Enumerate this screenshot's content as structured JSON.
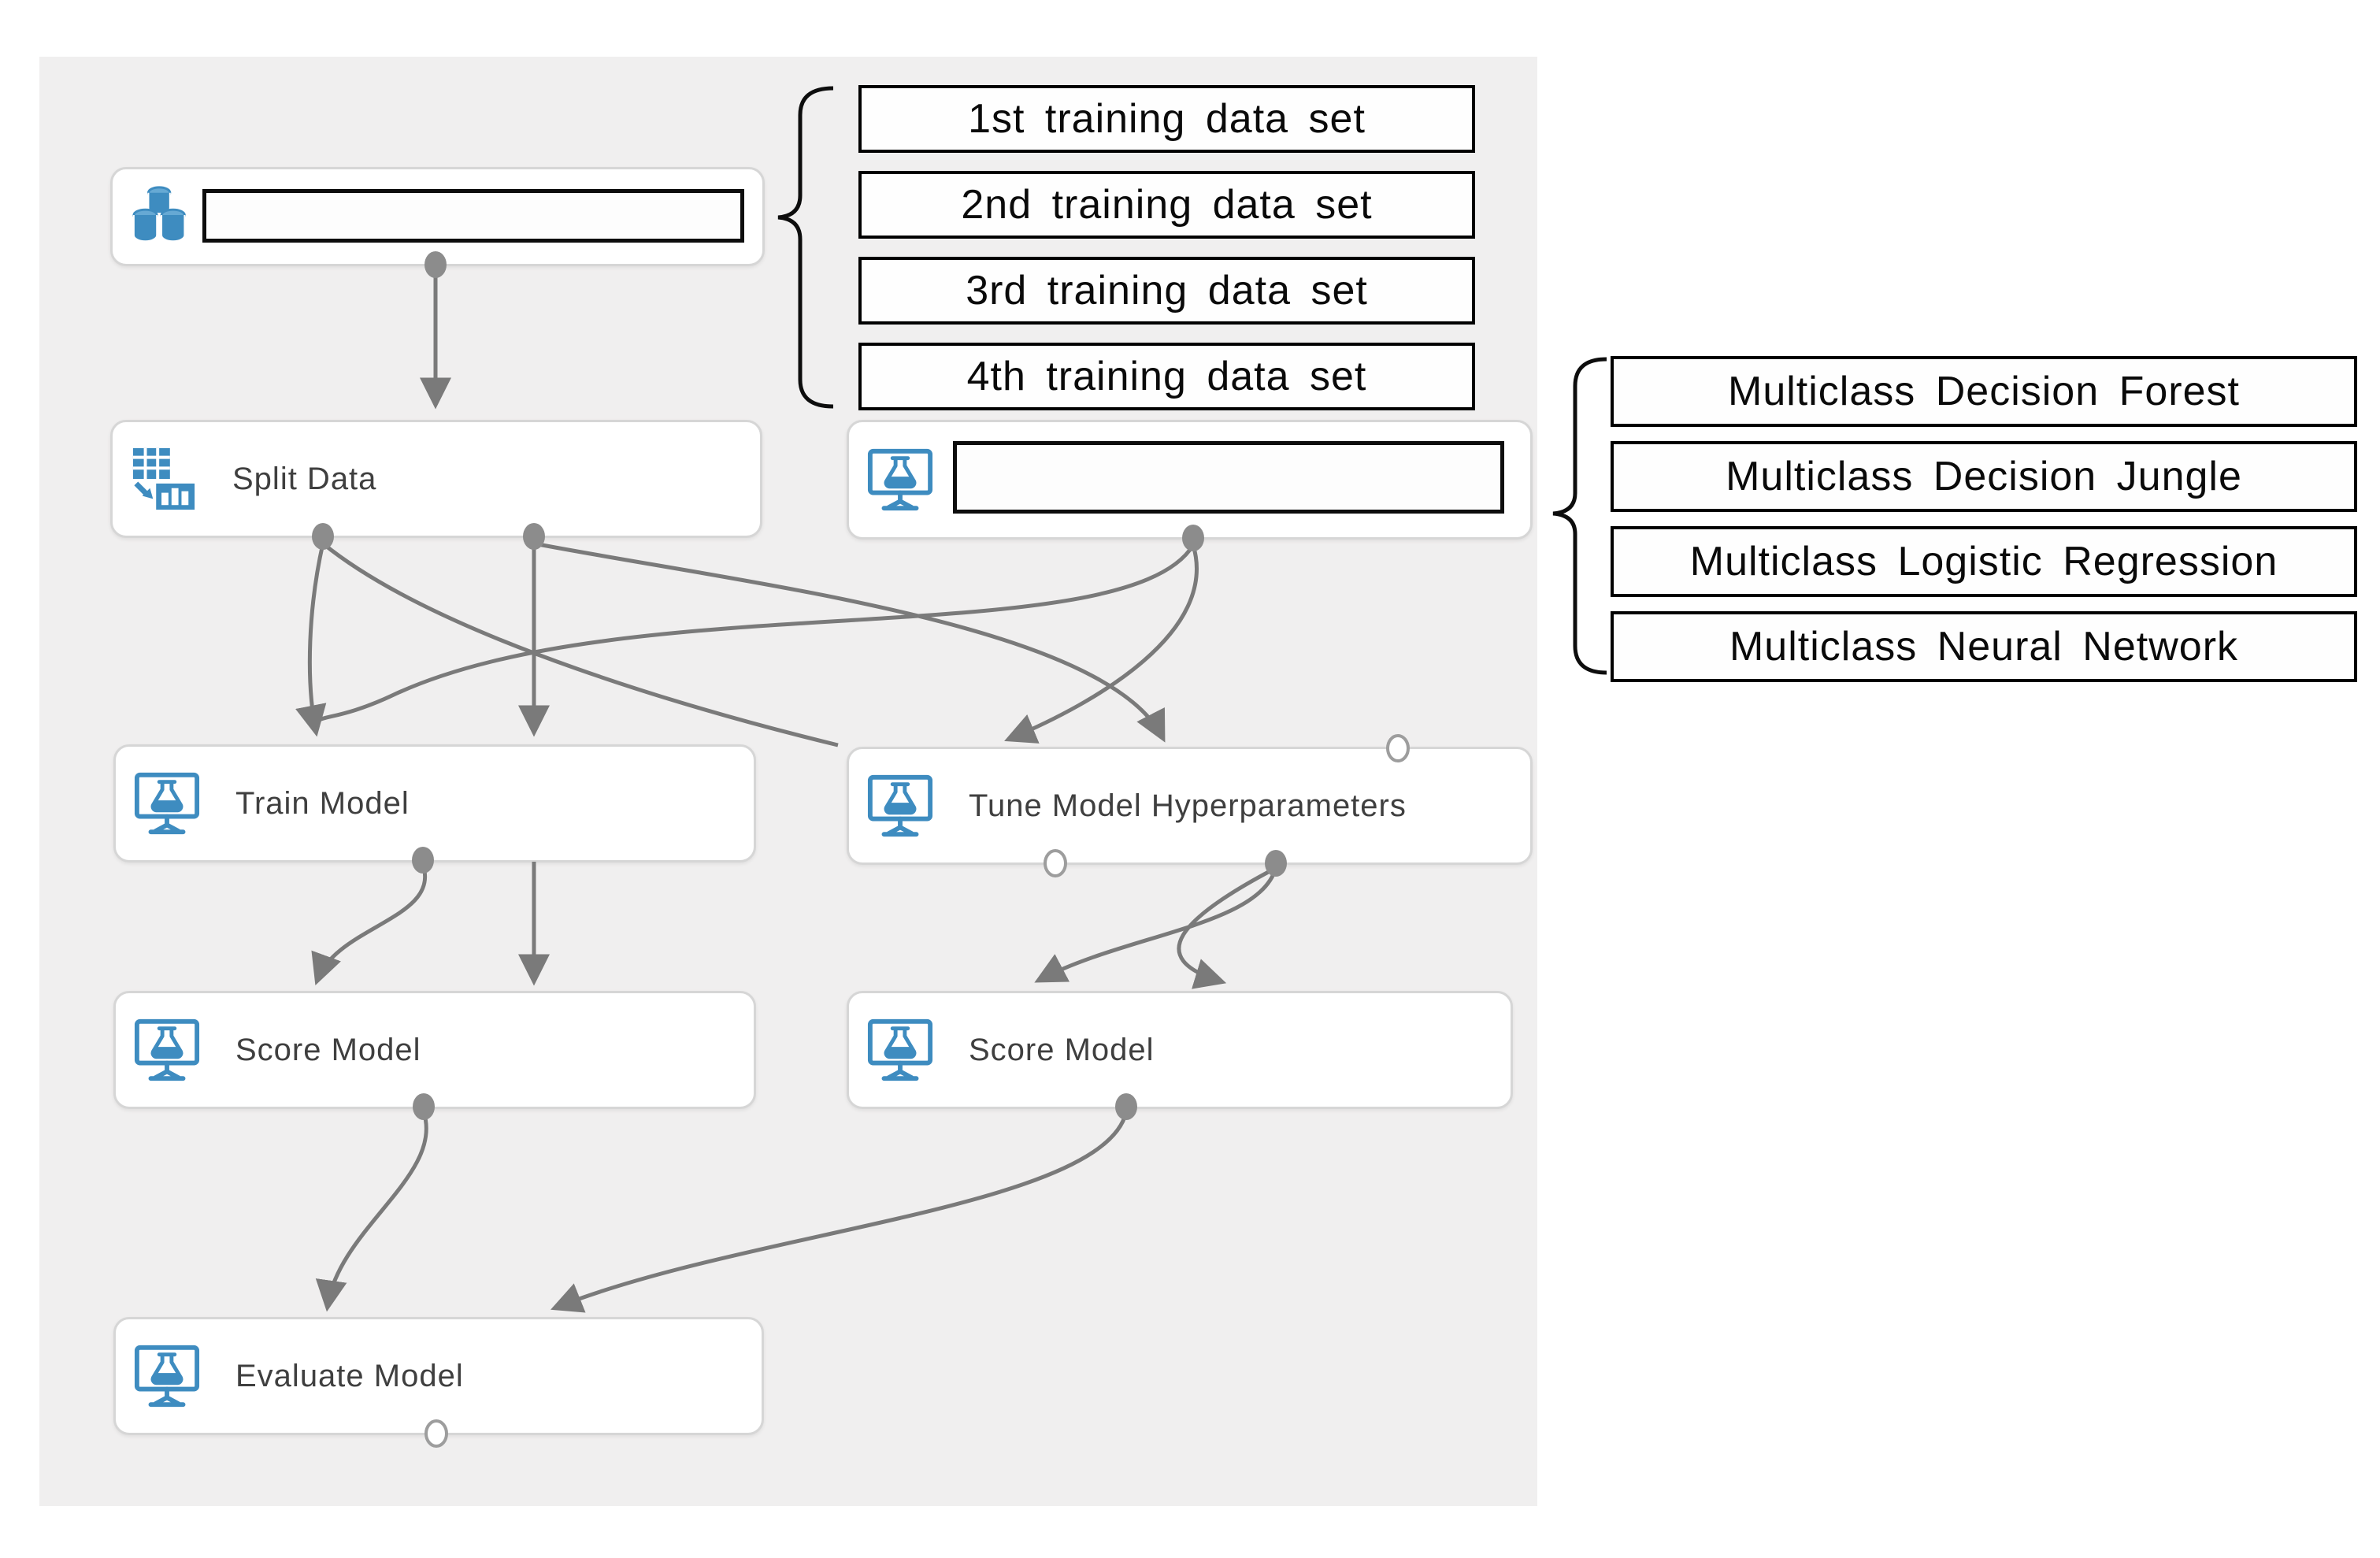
{
  "app": {
    "title": "Azure ML experiment canvas — multiclass classification workflow"
  },
  "colors": {
    "canvas_background": "#f0efef",
    "page_background": "#ffffff",
    "icon_blue": "#3e8cc0",
    "icon_blue_light": "#66a9d4",
    "connector_gray": "#7a7a7a",
    "port_fill": "#8c8c8c",
    "open_port_stroke": "#9d9d9d",
    "node_border": "#d6d6d6",
    "node_text": "#3f3f3f",
    "annotation_border": "#000000",
    "annotation_text": "#0a0a0a"
  },
  "nodes": {
    "dataset": {
      "label": "",
      "icon": "database-icon",
      "name_box_value": ""
    },
    "split": {
      "label": "Split Data",
      "icon": "split-data-icon"
    },
    "algorithm": {
      "label": "",
      "icon": "experiment-icon",
      "name_box_value": ""
    },
    "train": {
      "label": "Train Model",
      "icon": "experiment-icon"
    },
    "tune": {
      "label": "Tune Model Hyperparameters",
      "icon": "experiment-icon"
    },
    "score_left": {
      "label": "Score Model",
      "icon": "experiment-icon"
    },
    "score_right": {
      "label": "Score Model",
      "icon": "experiment-icon"
    },
    "evaluate": {
      "label": "Evaluate Model",
      "icon": "experiment-icon"
    }
  },
  "annotations": {
    "training_sets": [
      "1st training data set",
      "2nd training data set",
      "3rd training data set",
      "4th training data set"
    ],
    "algorithms": [
      "Multiclass Decision Forest",
      "Multiclass Decision Jungle",
      "Multiclass Logistic Regression",
      "Multiclass Neural Network"
    ]
  },
  "edges": [
    {
      "from": "dataset",
      "to": "split"
    },
    {
      "from": "split-output-1",
      "to": "train-input-1"
    },
    {
      "from": "split-output-1",
      "to": "tune-input-area"
    },
    {
      "from": "split-output-2",
      "to": "train-input-2"
    },
    {
      "from": "split-output-2",
      "to": "score-left-input-2"
    },
    {
      "from": "split-output-2",
      "to": "tune-input-2"
    },
    {
      "from": "algorithm-output",
      "to": "tune-input-1"
    },
    {
      "from": "algorithm-output",
      "to": "train-input-1"
    },
    {
      "from": "train-output",
      "to": "score-left-input-1"
    },
    {
      "from": "tune-output-2",
      "to": "score-right-input-1"
    },
    {
      "from": "tune-output-2",
      "to": "score-right-input-2"
    },
    {
      "from": "score-left-output",
      "to": "evaluate-input-1"
    },
    {
      "from": "score-right-output",
      "to": "evaluate-input-2"
    }
  ]
}
